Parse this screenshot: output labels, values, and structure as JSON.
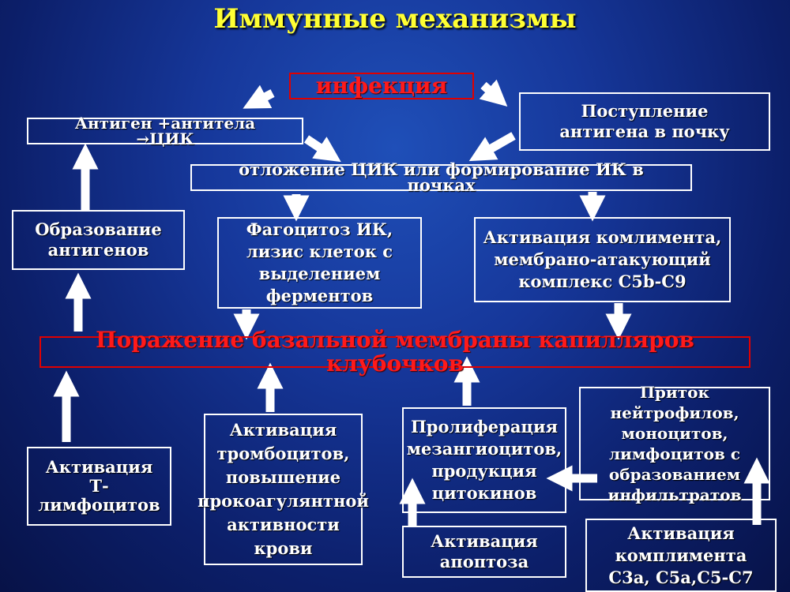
{
  "title": "Иммунные механизмы",
  "infection": "инфекция",
  "antigen_antibody": "Антиген +антитела →ЦИК",
  "antigen_entry": "Поступление антигена в почку",
  "deposition": "отложение ЦИК или формирование ИК в почках",
  "antigen_formation": "Образование антигенов",
  "phagocytosis": "Фагоцитоз ИК, лизис клеток с выделением ферментов",
  "complement_activation": "Активация комлимента, мембрано-атакующий комплекс C5b-C9",
  "membrane_damage": "Поражение базальной мембраны капилляров клубочков",
  "t_lymphocytes": "Активация Т-лимфоцитов",
  "platelets": "Активация тромбоцитов, повышение прокоагулянтной активности крови",
  "proliferation": "Пролиферация мезангиоцитов, продукция цитокинов",
  "influx": "Приток нейтрофилов, моноцитов, лимфоцитов с образованием инфильтратов",
  "apoptosis": "Активация апоптоза",
  "complement_c3": "Активация комплимента C3a, C5a,C5-C7"
}
